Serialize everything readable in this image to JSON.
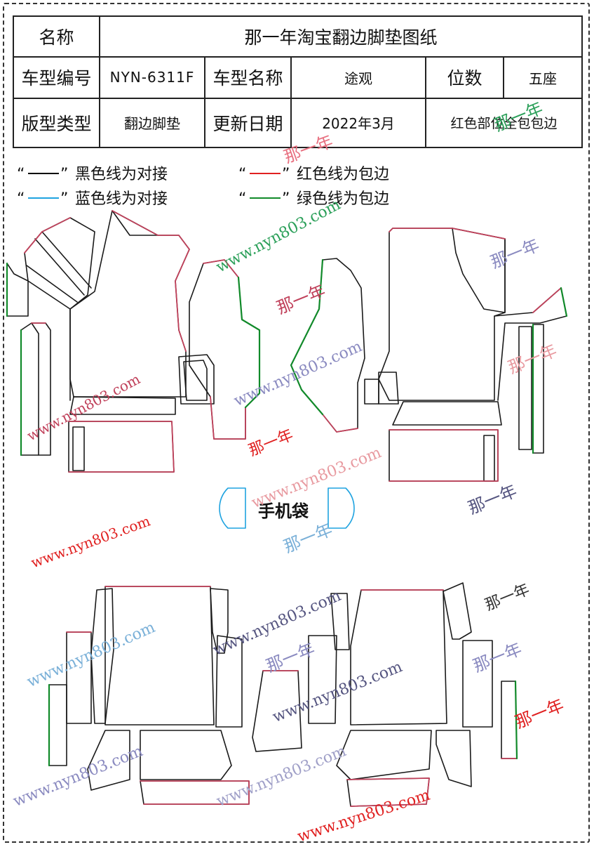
{
  "header": {
    "name_label": "名称",
    "name_value": "那一年淘宝翻边脚垫图纸",
    "model_no_label": "车型编号",
    "model_no_value": "NYN-6311F",
    "model_name_label": "车型名称",
    "model_name_value": "途观",
    "seats_label": "位数",
    "seats_value": "五座",
    "pattern_type_label": "版型类型",
    "pattern_type_value": "翻边脚垫",
    "update_label": "更新日期",
    "update_value": "2022年3月",
    "remark_value": "红色部位全包包边"
  },
  "legend": [
    {
      "quote_open": "“",
      "quote_close": "”",
      "text": "黑色线为对接",
      "color": "#000000"
    },
    {
      "quote_open": "“",
      "quote_close": "”",
      "text": "红色线为包边",
      "color": "#e02020"
    },
    {
      "quote_open": "“",
      "quote_close": "”",
      "text": "蓝色线为对接",
      "color": "#1fa3e0"
    },
    {
      "quote_open": "“",
      "quote_close": "”",
      "text": "绿色线为包边",
      "color": "#118a2a"
    }
  ],
  "phone_pocket_label": "手机袋",
  "watermarks": {
    "site": "www.nyn803.com",
    "brand": "那一年"
  },
  "colors": {
    "join_black": "#000000",
    "edge_red": "#c0405a",
    "join_blue": "#1fa3e0",
    "edge_green": "#118a2a"
  }
}
